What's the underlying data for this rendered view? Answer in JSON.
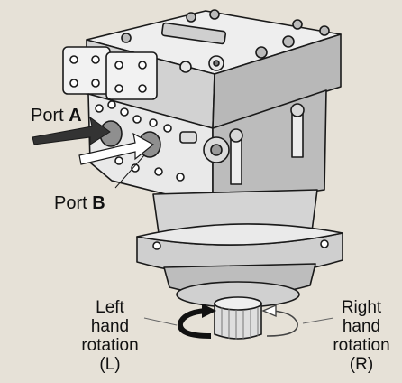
{
  "labels": {
    "port_a_prefix": "Port",
    "port_a_letter": "A",
    "port_b_prefix": "Port",
    "port_b_letter": "B",
    "left_rotation": [
      "Left",
      "hand",
      "rotation",
      "(L)"
    ],
    "right_rotation": [
      "Right",
      "hand",
      "rotation",
      "(R)"
    ]
  },
  "colors": {
    "background": "#e6e1d7",
    "body_light": "#ededed",
    "body_mid": "#c9c9c9",
    "body_dark": "#8f8f8f",
    "outline": "#1a1a1a",
    "arrow_dark": "#333333"
  }
}
